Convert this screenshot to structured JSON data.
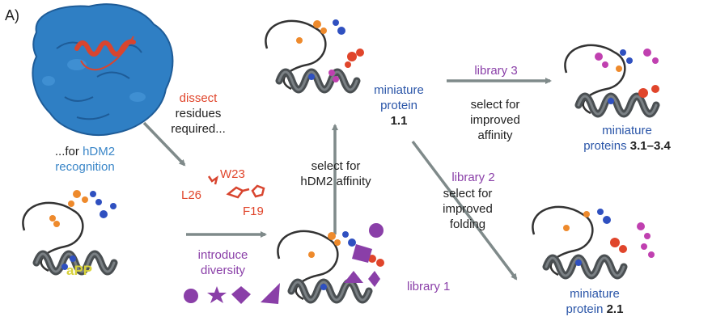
{
  "panel_label": "A)",
  "dissect": {
    "line1": "dissect",
    "line2": "residues",
    "line3": "required..."
  },
  "for_hdm2": {
    "prefix": "...for",
    "hdm2": "hDM2",
    "recognition": "recognition"
  },
  "residues": {
    "w23": "W23",
    "l26": "L26",
    "f19": "F19"
  },
  "app_label": "aPP",
  "introduce": {
    "line1": "introduce",
    "line2": "diversity"
  },
  "select_hdm2": {
    "line1": "select for",
    "line2": "hDM2 affinity"
  },
  "library1": "library 1",
  "miniature_1_1": {
    "line1": "miniature",
    "line2": "protein",
    "number": "1.1"
  },
  "library3": {
    "title": "library 3",
    "line1": "select for",
    "line2": "improved",
    "line3": "affinity"
  },
  "miniature_3": {
    "line1": "miniature",
    "line2": "proteins",
    "number": "3.1–3.4"
  },
  "library2": {
    "title": "library 2",
    "line1": "select for",
    "line2": "improved",
    "line3": "folding"
  },
  "miniature_2_1": {
    "line1": "miniature",
    "line2": "protein",
    "number": "2.1"
  },
  "colors": {
    "surface": "#2f7fc4",
    "helix": "#d8452f",
    "arrow": "#7f8a8a",
    "purple": "#8a3fa8",
    "orange": "#ee8a2c",
    "blue_residue": "#2f50c0",
    "red_residue": "#e0452b",
    "magenta": "#c040b0",
    "backbone": "#333333"
  }
}
